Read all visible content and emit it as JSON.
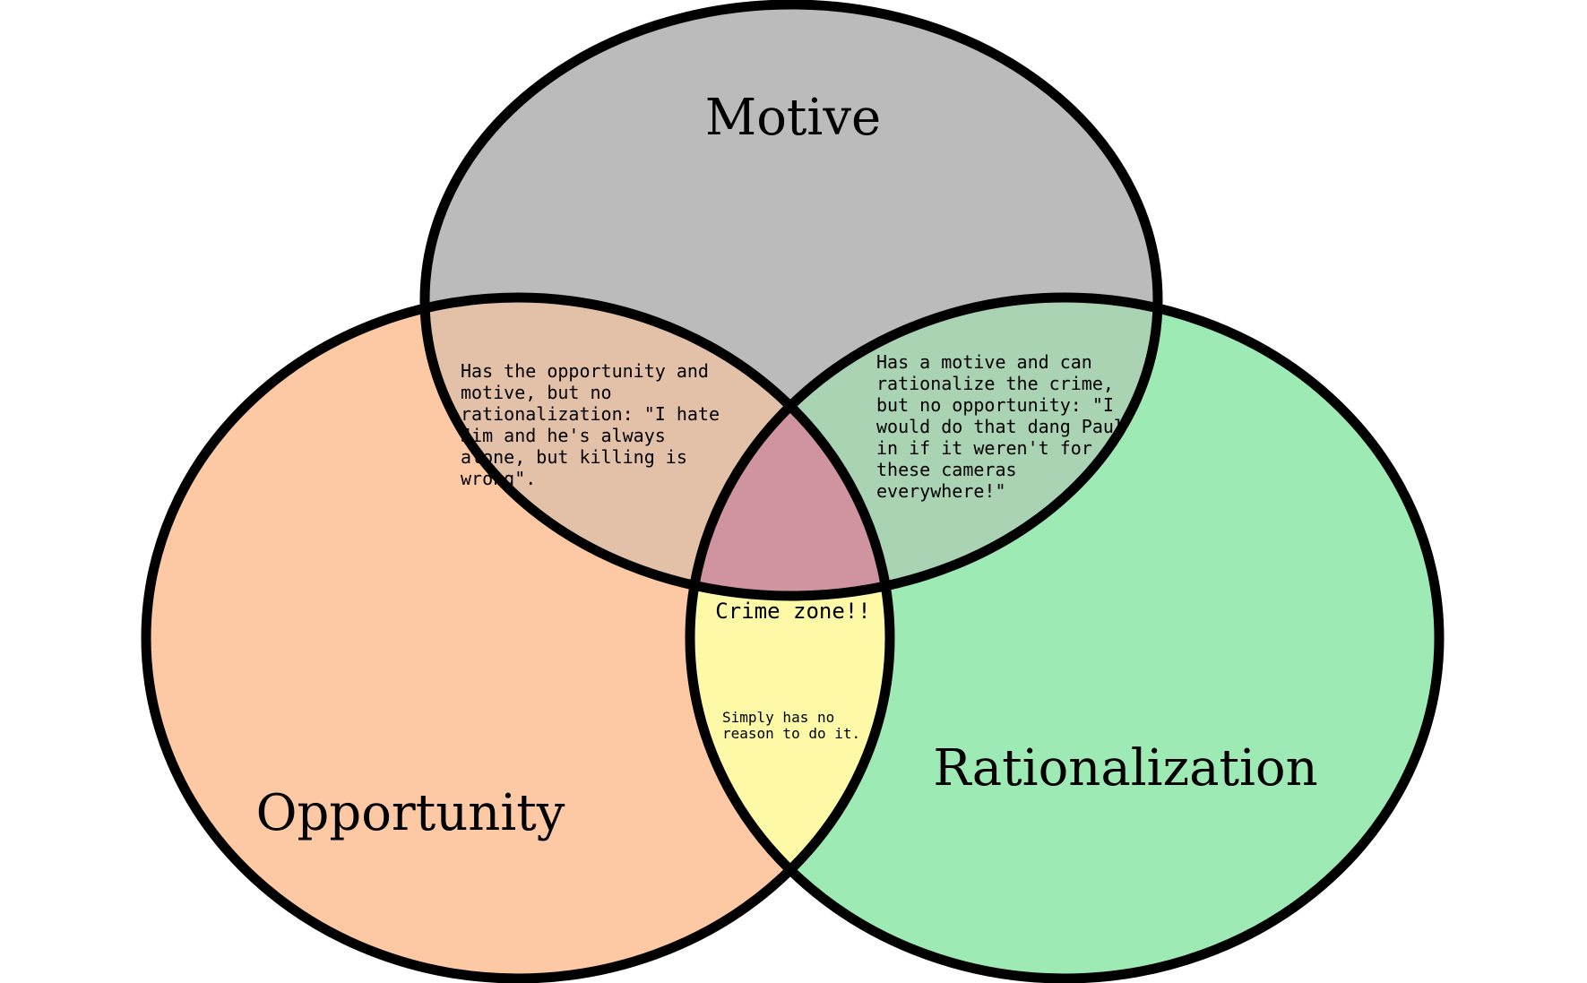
{
  "diagram": {
    "type": "venn",
    "sets": {
      "motive": {
        "label": "Motive",
        "color": "#bbbbbb"
      },
      "opportunity": {
        "label": "Opportunity",
        "color": "#fdc9a4"
      },
      "rationalization": {
        "label": "Rationalization",
        "color": "#9eeab4"
      }
    },
    "regions": {
      "motive_opportunity": {
        "color": "#e3c1a8",
        "lines": [
          "Has the opportunity and",
          "motive, but no",
          "rationalization: \"I hate",
          "Jim and he's always",
          "alone, but killing is",
          "wrong\"."
        ]
      },
      "motive_rationalization": {
        "color": "#a9d3b3",
        "lines": [
          "Has a motive and can",
          "rationalize the crime,",
          "but no opportunity: \"I",
          "would do that dang Paul",
          "in if it weren't for",
          "these cameras",
          "everywhere!\""
        ]
      },
      "opportunity_rationalization": {
        "color": "#fdf9a6",
        "lines": [
          "Simply has no",
          "reason to do it."
        ]
      },
      "all_three": {
        "color": "#cf949f",
        "text_color": "#8b0a1e",
        "label": "Crime zone!!"
      }
    },
    "outline_color": "#000000"
  }
}
